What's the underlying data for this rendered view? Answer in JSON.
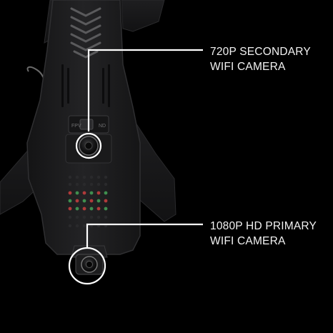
{
  "callouts": {
    "secondary": {
      "line1": "720P SECONDARY",
      "line2": "WIFI  CAMERA"
    },
    "primary": {
      "line1": "1080P HD PRIMARY",
      "line2": "WIFI  CAMERA"
    }
  },
  "switch_labels": {
    "left": "FPV",
    "right": "ND"
  },
  "colors": {
    "background": "#000000",
    "drone_body": "#1b1b1c",
    "drone_edge": "#2c2c2e",
    "callout_line": "#ffffff",
    "text": "#f2f2f2"
  }
}
